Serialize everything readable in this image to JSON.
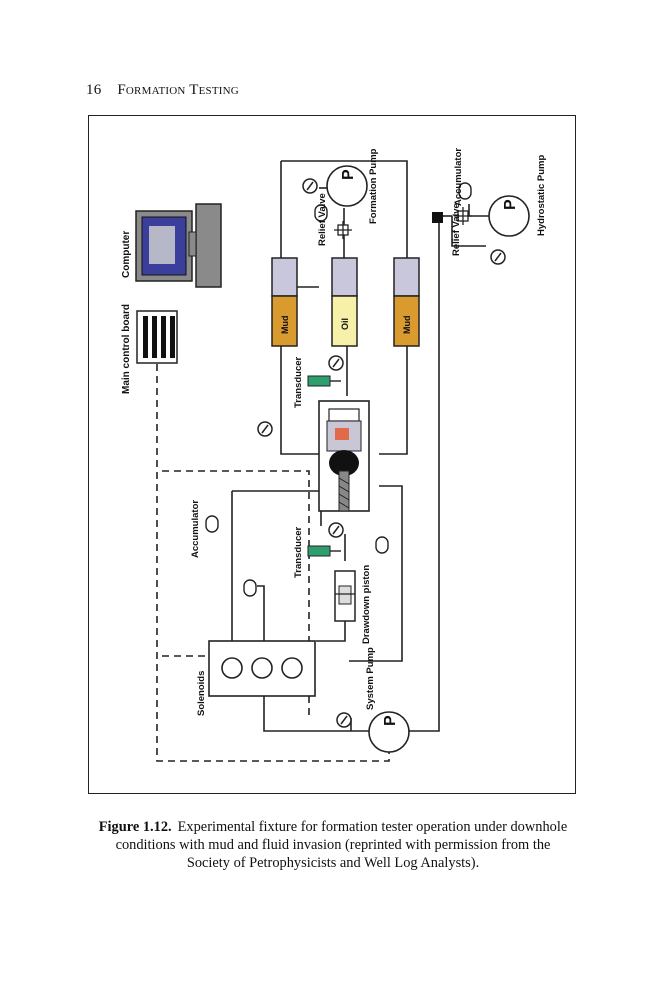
{
  "page": {
    "number": "16",
    "running_title": "Formation Testing"
  },
  "figure": {
    "caption_label": "Figure 1.12.",
    "caption_text": "Experimental fixture for formation tester operation under downhole conditions with mud and fluid invasion (reprinted with permission from the Society of Petrophysicists and Well Log Analysts).",
    "labels": {
      "computer": "Computer",
      "main_control_board": "Main control board",
      "accumulator_left": "Accumulator",
      "solenoids": "Solenoids",
      "system_pump": "System Pump",
      "drawdown_piston": "Drawdown piston",
      "transducer_upper": "Transducer",
      "transducer_lower": "Transducer",
      "mud_left": "Mud",
      "oil": "Oil",
      "mud_right": "Mud",
      "relief_valve": "Relief Valve",
      "formation_pump": "Formation Pump",
      "relief_valve_right": "Relief Valve",
      "accumulator_right": "Accumulator",
      "hydrostatic_pump": "Hydrostatic Pump",
      "pump_symbol": "P"
    },
    "colors": {
      "mud": "#d99a2e",
      "oil": "#f6f0a8",
      "cylinder_top": "#c9c7dc",
      "transducer": "#2e9e6e",
      "screen": "#3b3f9c",
      "monitor": "#8a8a8a"
    }
  }
}
